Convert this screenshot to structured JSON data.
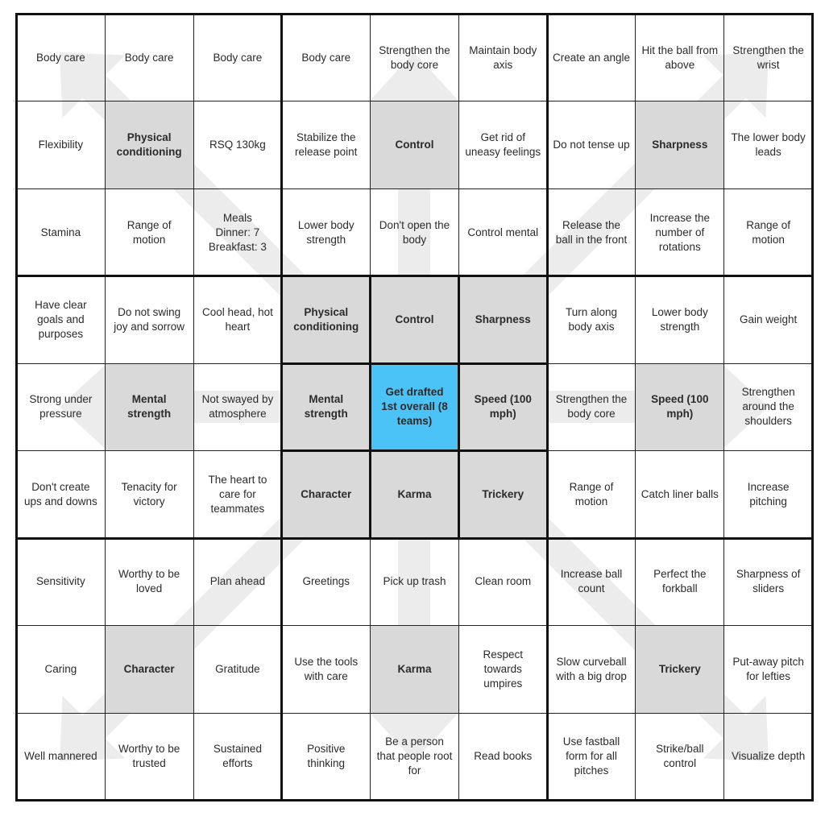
{
  "colors": {
    "key_cell": "#d9d9d9",
    "core_cell": "#4cc3f7",
    "arrow": "#ececec"
  },
  "grid": [
    [
      "Body care",
      "Body care",
      "Body care",
      "Body care",
      "Strengthen the body core",
      "Maintain body axis",
      "Create an angle",
      "Hit the ball from above",
      "Strengthen the wrist"
    ],
    [
      "Flexibility",
      "Physical conditioning",
      "RSQ 130kg",
      "Stabilize the release point",
      "Control",
      "Get rid of uneasy feelings",
      "Do not tense up",
      "Sharpness",
      "The lower body leads"
    ],
    [
      "Stamina",
      "Range of motion",
      "Meals\nDinner: 7\nBreakfast: 3",
      "Lower body strength",
      "Don't open the body",
      "Control mental",
      "Release the ball in the front",
      "Increase the number of rotations",
      "Range of motion"
    ],
    [
      "Have clear goals and purposes",
      "Do not swing joy and sorrow",
      "Cool head, hot heart",
      "Physical conditioning",
      "Control",
      "Sharpness",
      "Turn along body axis",
      "Lower body strength",
      "Gain weight"
    ],
    [
      "Strong under pressure",
      "Mental strength",
      "Not swayed by atmosphere",
      "Mental strength",
      "Get drafted 1st overall (8 teams)",
      "Speed (100 mph)",
      "Strengthen the body core",
      "Speed (100 mph)",
      "Strengthen around the shoulders"
    ],
    [
      "Don't create ups and downs",
      "Tenacity for victory",
      "The heart to care for teammates",
      "Character",
      "Karma",
      "Trickery",
      "Range of motion",
      "Catch liner balls",
      "Increase pitching"
    ],
    [
      "Sensitivity",
      "Worthy to be loved",
      "Plan ahead",
      "Greetings",
      "Pick up trash",
      "Clean room",
      "Increase ball count",
      "Perfect the forkball",
      "Sharpness of sliders"
    ],
    [
      "Caring",
      "Character",
      "Gratitude",
      "Use the tools with care",
      "Karma",
      "Respect towards umpires",
      "Slow curveball with a big drop",
      "Trickery",
      "Put-away pitch for lefties"
    ],
    [
      "Well mannered",
      "Worthy to be trusted",
      "Sustained efforts",
      "Positive thinking",
      "Be a person that people root for",
      "Read books",
      "Use fastball form for all pitches",
      "Strike/ball control",
      "Visualize depth"
    ]
  ]
}
